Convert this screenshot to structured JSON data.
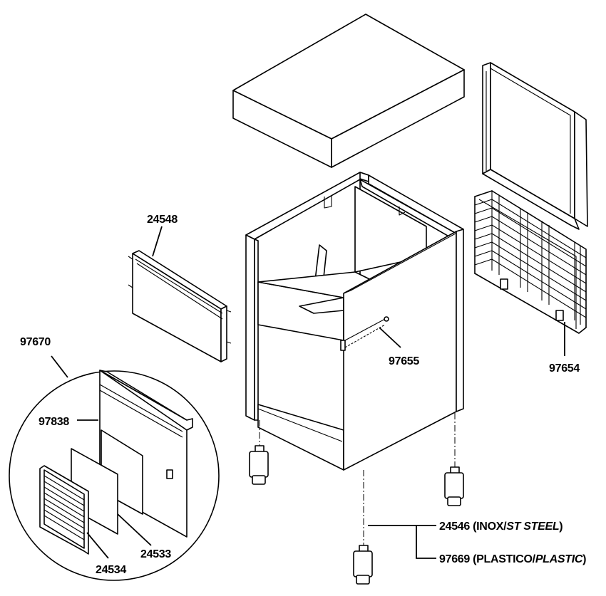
{
  "diagram": {
    "labels": {
      "p24548": "24548",
      "p97670": "97670",
      "p97838": "97838",
      "p24534": "24534",
      "p24533": "24533",
      "p97655": "97655",
      "p97654": "97654",
      "p24546_code": "24546 (INOX/",
      "p24546_en": "ST STEEL",
      "p24546_close": ")",
      "p97669_code": "97669 (PLASTICO/",
      "p97669_en": "PLASTIC",
      "p97669_close": ")"
    },
    "colors": {
      "line": "#000000",
      "background": "#ffffff"
    }
  }
}
